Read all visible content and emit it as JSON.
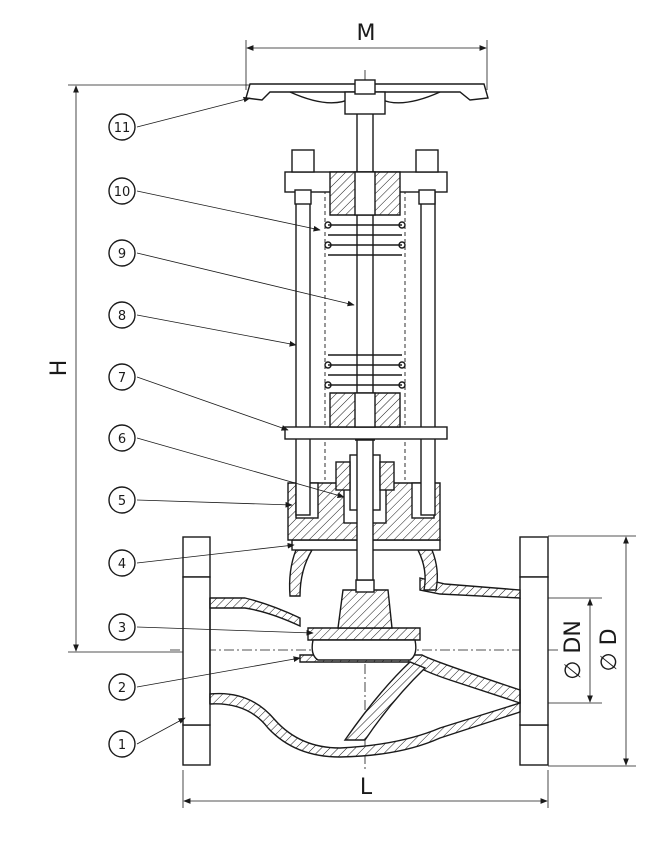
{
  "dimensions": {
    "m": "M",
    "h": "H",
    "l": "L",
    "dn": "∅ DN",
    "d": "∅ D"
  },
  "callouts": [
    "1",
    "2",
    "3",
    "4",
    "5",
    "6",
    "7",
    "8",
    "9",
    "10",
    "11"
  ]
}
